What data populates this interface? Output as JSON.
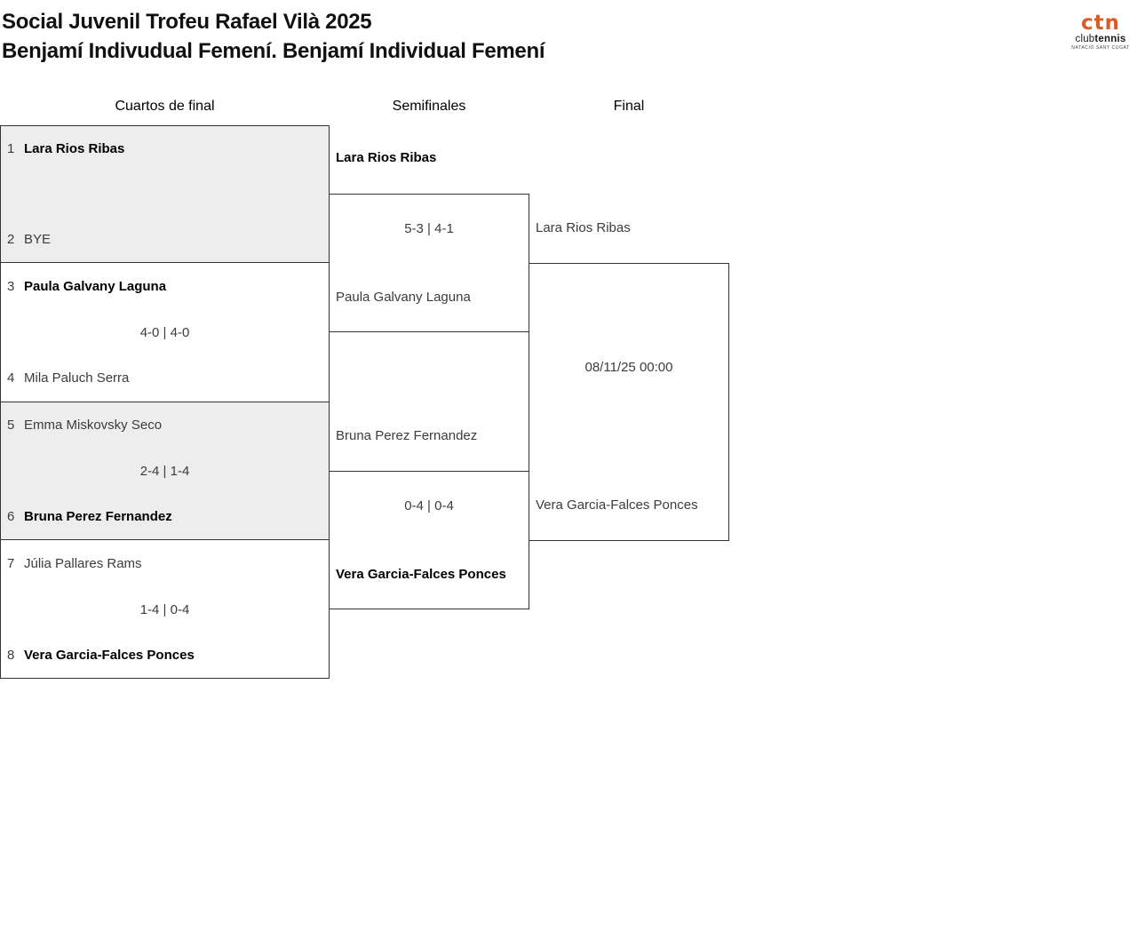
{
  "header": {
    "title_line1": "Social Juvenil Trofeu Rafael Vilà 2025",
    "title_line2": "Benjamí Indivudual Femení. Benjamí Individual Femení"
  },
  "logo": {
    "mark": "ctn",
    "club": "club",
    "tennis": "tennis",
    "tagline": "NATACIÓ SANT CUGAT",
    "accent_color": "#dc5a26"
  },
  "colors": {
    "box_border": "#333333",
    "box_shaded_bg": "#ededed",
    "text_regular": "#3c3c3c",
    "text_winner": "#000000"
  },
  "bracket": {
    "rounds": [
      {
        "label": "Cuartos de final",
        "matches": [
          {
            "p1_seed": "1",
            "p1": "Lara Rios Ribas",
            "p2_seed": "2",
            "p2": "BYE",
            "score": "",
            "winner": "p1"
          },
          {
            "p1_seed": "3",
            "p1": "Paula Galvany Laguna",
            "p2_seed": "4",
            "p2": "Mila Paluch Serra",
            "score": "4-0 | 4-0",
            "winner": "p1"
          },
          {
            "p1_seed": "5",
            "p1": "Emma Miskovsky Seco",
            "p2_seed": "6",
            "p2": "Bruna Perez Fernandez",
            "score": "2-4 | 1-4",
            "winner": "p2"
          },
          {
            "p1_seed": "7",
            "p1": "Júlia Pallares Rams",
            "p2_seed": "8",
            "p2": "Vera Garcia-Falces Ponces",
            "score": "1-4 | 0-4",
            "winner": "p2"
          }
        ]
      },
      {
        "label": "Semifinales",
        "matches": [
          {
            "p1": "Lara Rios Ribas",
            "p2": "Paula Galvany Laguna",
            "score": "5-3 | 4-1",
            "winner": "p1"
          },
          {
            "p1": "Bruna Perez Fernandez",
            "p2": "Vera Garcia-Falces Ponces",
            "score": "0-4 | 0-4",
            "winner": "p2"
          }
        ]
      },
      {
        "label": "Final",
        "matches": [
          {
            "p1": "Lara Rios Ribas",
            "p2": "Vera Garcia-Falces Ponces",
            "datetime": "08/11/25 00:00",
            "winner": ""
          }
        ]
      }
    ]
  }
}
